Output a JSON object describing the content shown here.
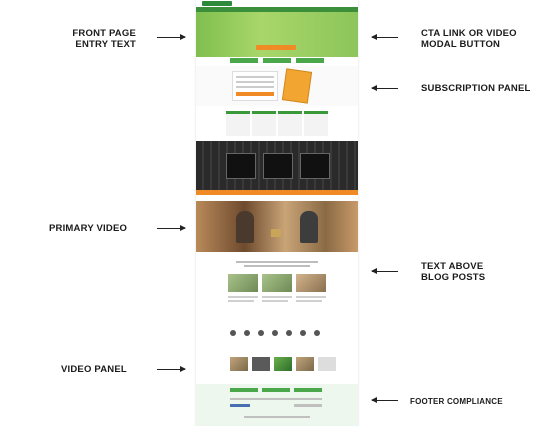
{
  "labels": {
    "front_page": [
      "FRONT PAGE",
      "ENTRY TEXT"
    ],
    "cta": [
      "CTA LINK OR VIDEO",
      "MODAL BUTTON"
    ],
    "subscription": "SUBSCRIPTION PANEL",
    "primary_video": "PRIMARY VIDEO",
    "text_above": [
      "TEXT ABOVE",
      "BLOG POSTS"
    ],
    "video_panel": "VIDEO PANEL",
    "footer": "FOOTER COMPLIANCE"
  }
}
